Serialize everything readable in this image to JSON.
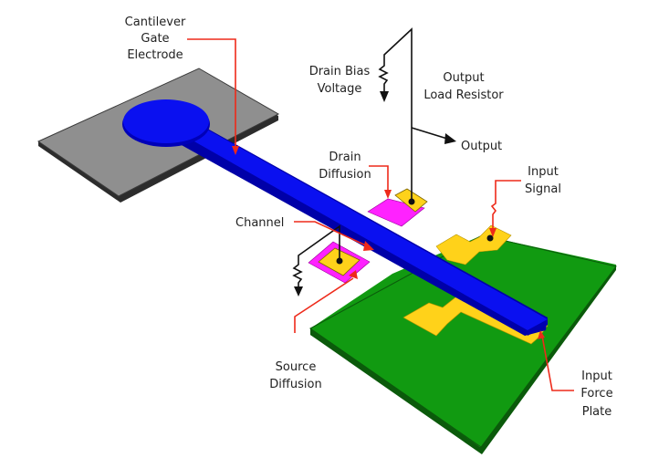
{
  "diagram": {
    "title": "Resonant Gate Transistor (cantilever MEMS) schematic",
    "colors": {
      "substrate_gray": "#8f8f8f",
      "substrate_gray_edge": "#3a3a3a",
      "cantilever_blue": "#0a10f0",
      "cantilever_blue_dark": "#0000a8",
      "board_green": "#119a11",
      "board_green_edge": "#0b5a0b",
      "pad_yellow": "#ffd21a",
      "diffusion_magenta": "#ff22ff",
      "leader_red": "#ee2a1a",
      "wire_black": "#111111"
    },
    "labels": {
      "cantilever_gate": [
        "Cantilever",
        "Gate",
        "Electrode"
      ],
      "drain_bias": [
        "Drain Bias",
        "Voltage"
      ],
      "output_load": [
        "Output",
        "Load Resistor"
      ],
      "output": "Output",
      "drain_diffusion": [
        "Drain",
        "Diffusion"
      ],
      "input_signal": [
        "Input",
        "Signal"
      ],
      "channel": "Channel",
      "source_diffusion": [
        "Source",
        "Diffusion"
      ],
      "input_force_plate": [
        "Input",
        "Force",
        "Plate"
      ]
    }
  }
}
